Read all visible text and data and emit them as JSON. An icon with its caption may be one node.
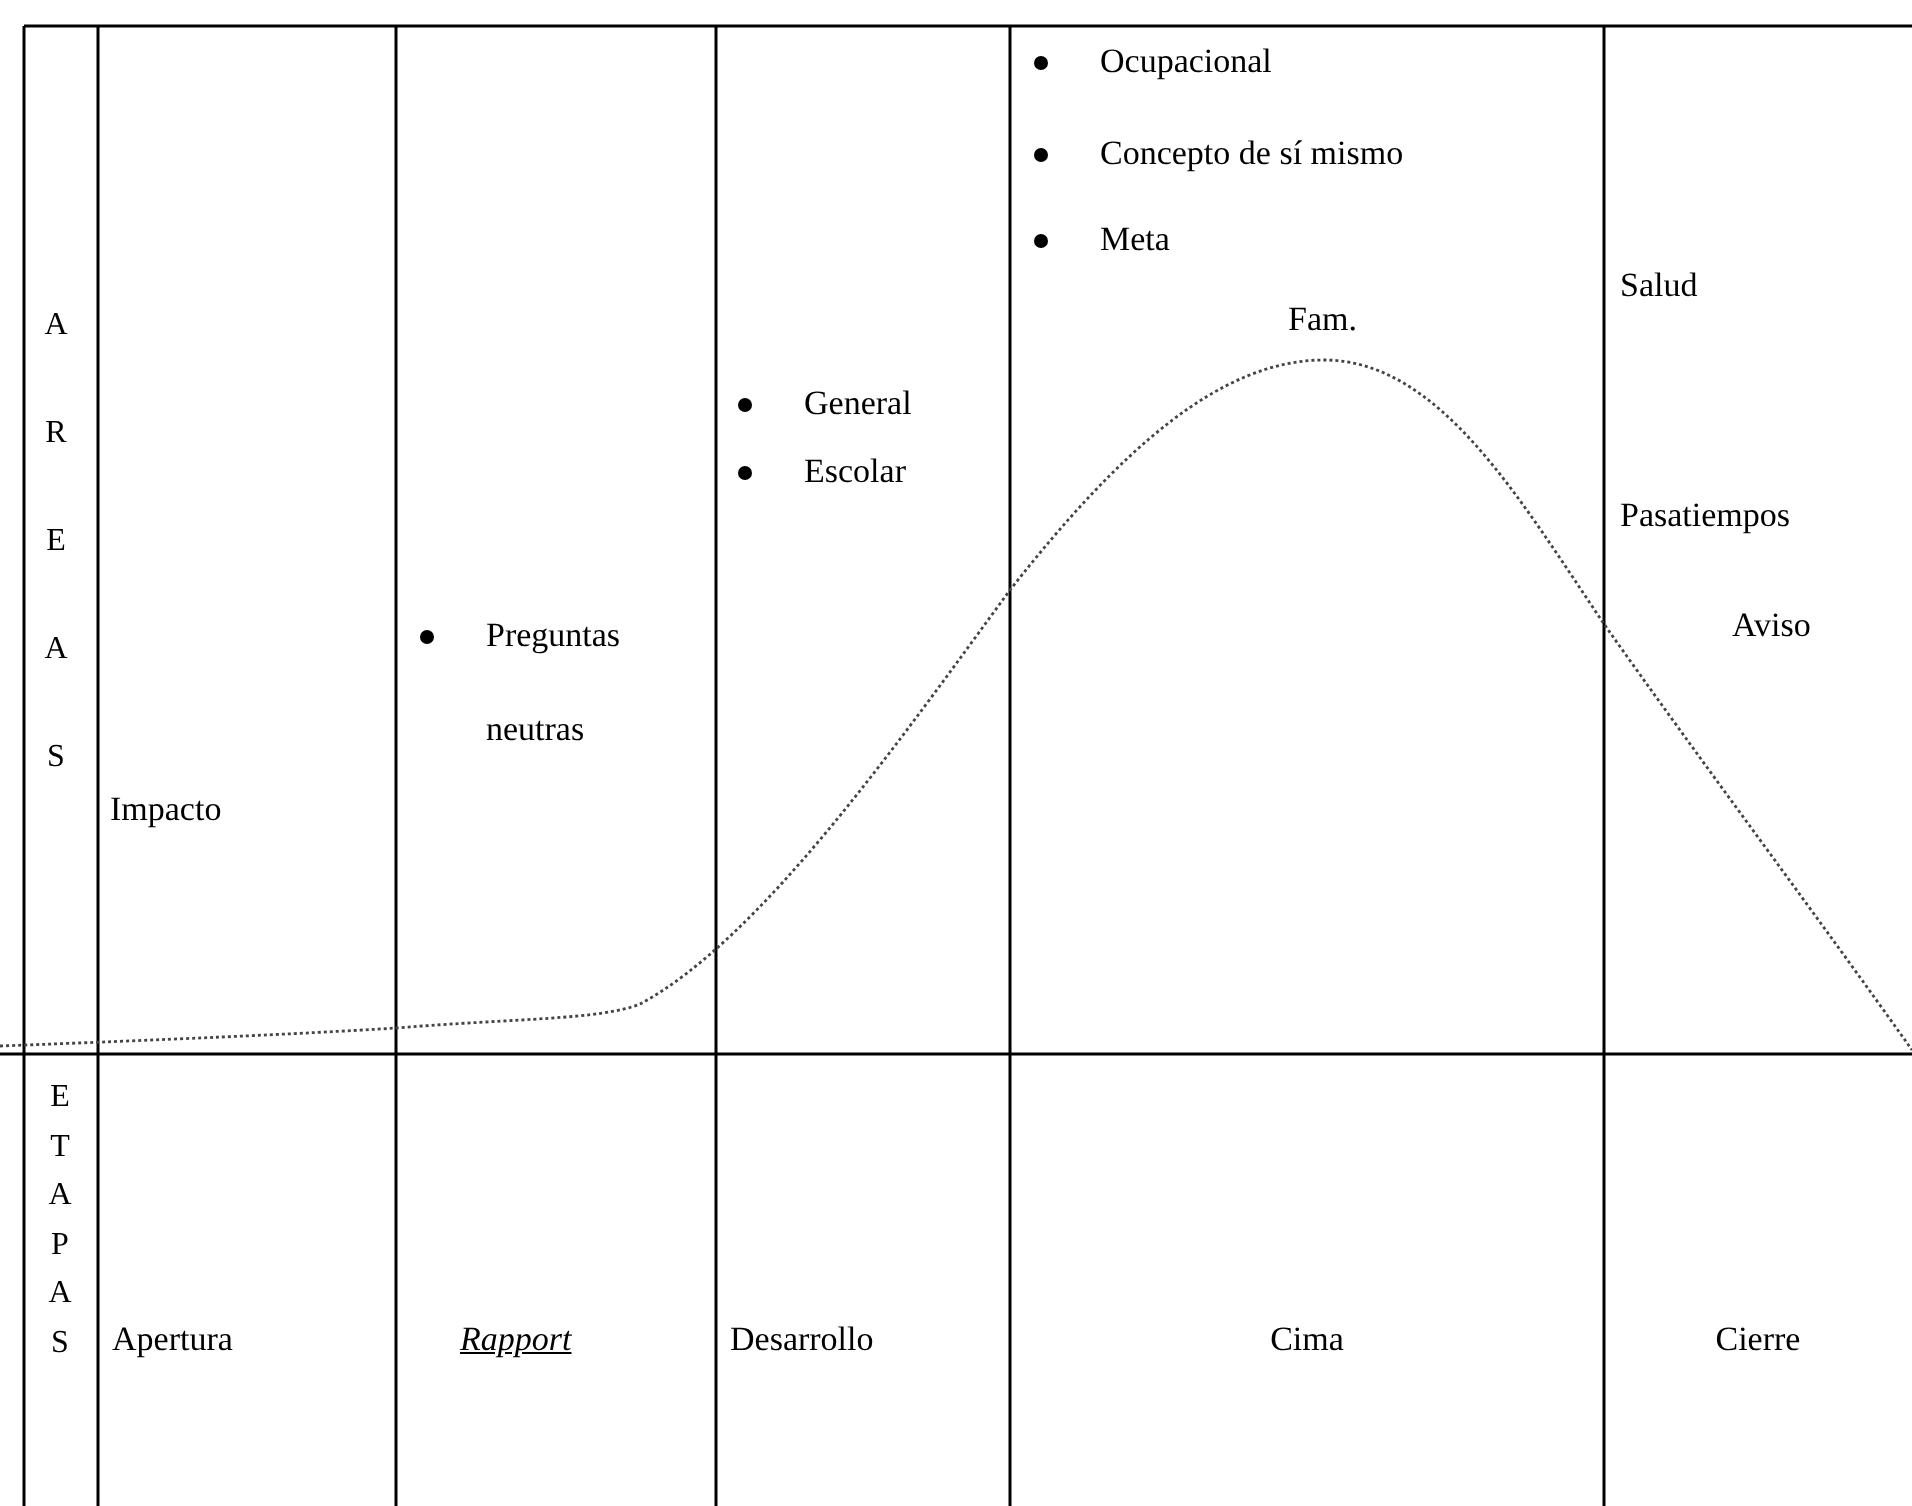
{
  "diagram": {
    "labels": [
      "Ocupacional",
      "Concepto de sí mismo",
      "Meta",
      "AREAS",
      "Salud",
      "Fam.",
      "General",
      "Escolar",
      "Pasatiempos",
      "Preguntas neutras",
      "Aviso",
      "Impacto",
      "ETAPAS",
      "Apertura",
      "Rapport",
      "Desarrollo",
      "Cima",
      "Cierre"
    ]
  }
}
